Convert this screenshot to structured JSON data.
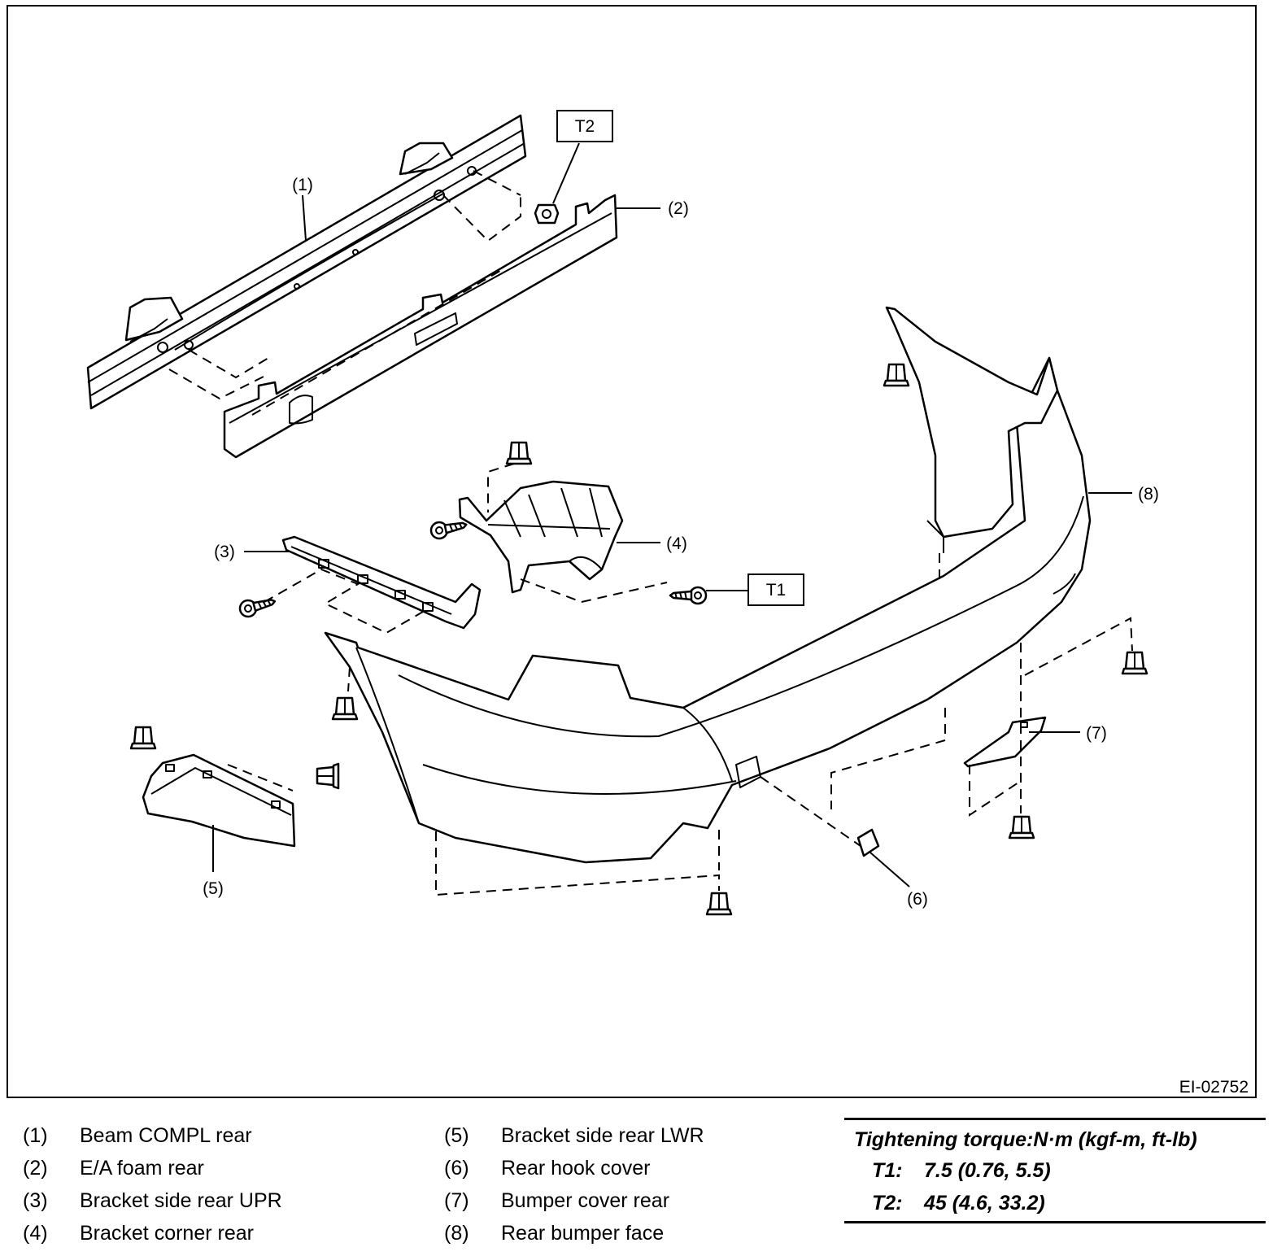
{
  "diagram": {
    "id": "EI-02752",
    "callouts": [
      {
        "num": "(1)"
      },
      {
        "num": "(2)"
      },
      {
        "num": "(3)"
      },
      {
        "num": "(4)"
      },
      {
        "num": "(5)"
      },
      {
        "num": "(6)"
      },
      {
        "num": "(7)"
      },
      {
        "num": "(8)"
      }
    ],
    "torque_tags": [
      "T1",
      "T2"
    ]
  },
  "legend": {
    "items": [
      {
        "num": "(1)",
        "label": "Beam COMPL rear"
      },
      {
        "num": "(2)",
        "label": "E/A foam rear"
      },
      {
        "num": "(3)",
        "label": "Bracket side rear UPR"
      },
      {
        "num": "(4)",
        "label": "Bracket corner rear"
      },
      {
        "num": "(5)",
        "label": "Bracket side rear LWR"
      },
      {
        "num": "(6)",
        "label": "Rear hook cover"
      },
      {
        "num": "(7)",
        "label": "Bumper cover rear"
      },
      {
        "num": "(8)",
        "label": "Rear bumper face"
      }
    ]
  },
  "torque": {
    "title": "Tightening torque:N·m (kgf-m, ft-lb)",
    "rows": [
      {
        "key": "T1:",
        "value": "7.5 (0.76, 5.5)"
      },
      {
        "key": "T2:",
        "value": "45 (4.6, 33.2)"
      }
    ]
  }
}
